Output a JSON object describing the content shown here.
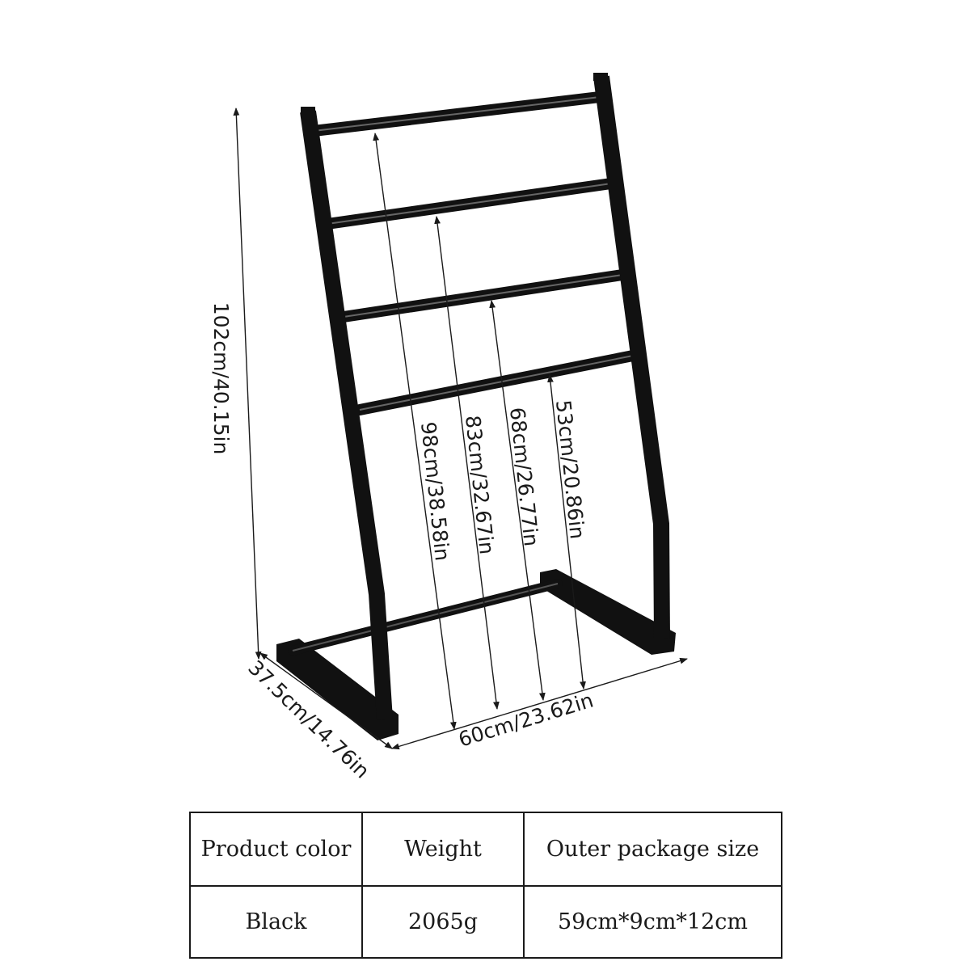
{
  "dimensions": {
    "total_height": "102cm/40.15in",
    "depth": "37.5cm/14.76in",
    "width": "60cm/23.62in",
    "bar_heights": [
      "98cm/38.58in",
      "83cm/32.67in",
      "68cm/26.77in",
      "53cm/20.86in"
    ]
  },
  "colors": {
    "frame": "#111111",
    "line": "#1a1a1a"
  },
  "spec_table": {
    "headers": [
      "Product color",
      "Weight",
      "Outer package size"
    ],
    "values": [
      "Black",
      "2065g",
      "59cm*9cm*12cm"
    ]
  }
}
